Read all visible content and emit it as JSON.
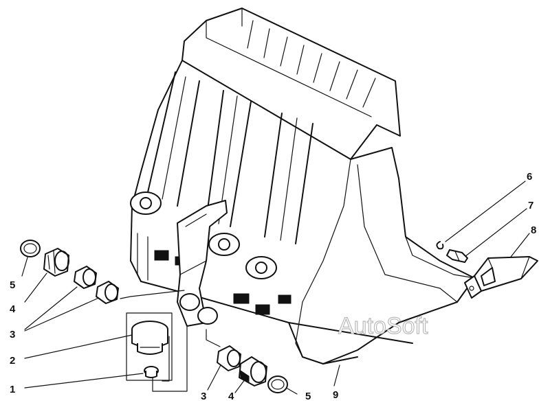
{
  "callouts": {
    "c1": "1",
    "c2": "2",
    "c3a": "3",
    "c3b": "3",
    "c4a": "4",
    "c4b": "4",
    "c5a": "5",
    "c5b": "5",
    "c6": "6",
    "c7": "7",
    "c8": "8",
    "c9": "9"
  },
  "watermark": "AutoSoft",
  "colors": {
    "ink": "#111111",
    "watermark_outline": "#b9b9b9",
    "background": "#ffffff"
  }
}
